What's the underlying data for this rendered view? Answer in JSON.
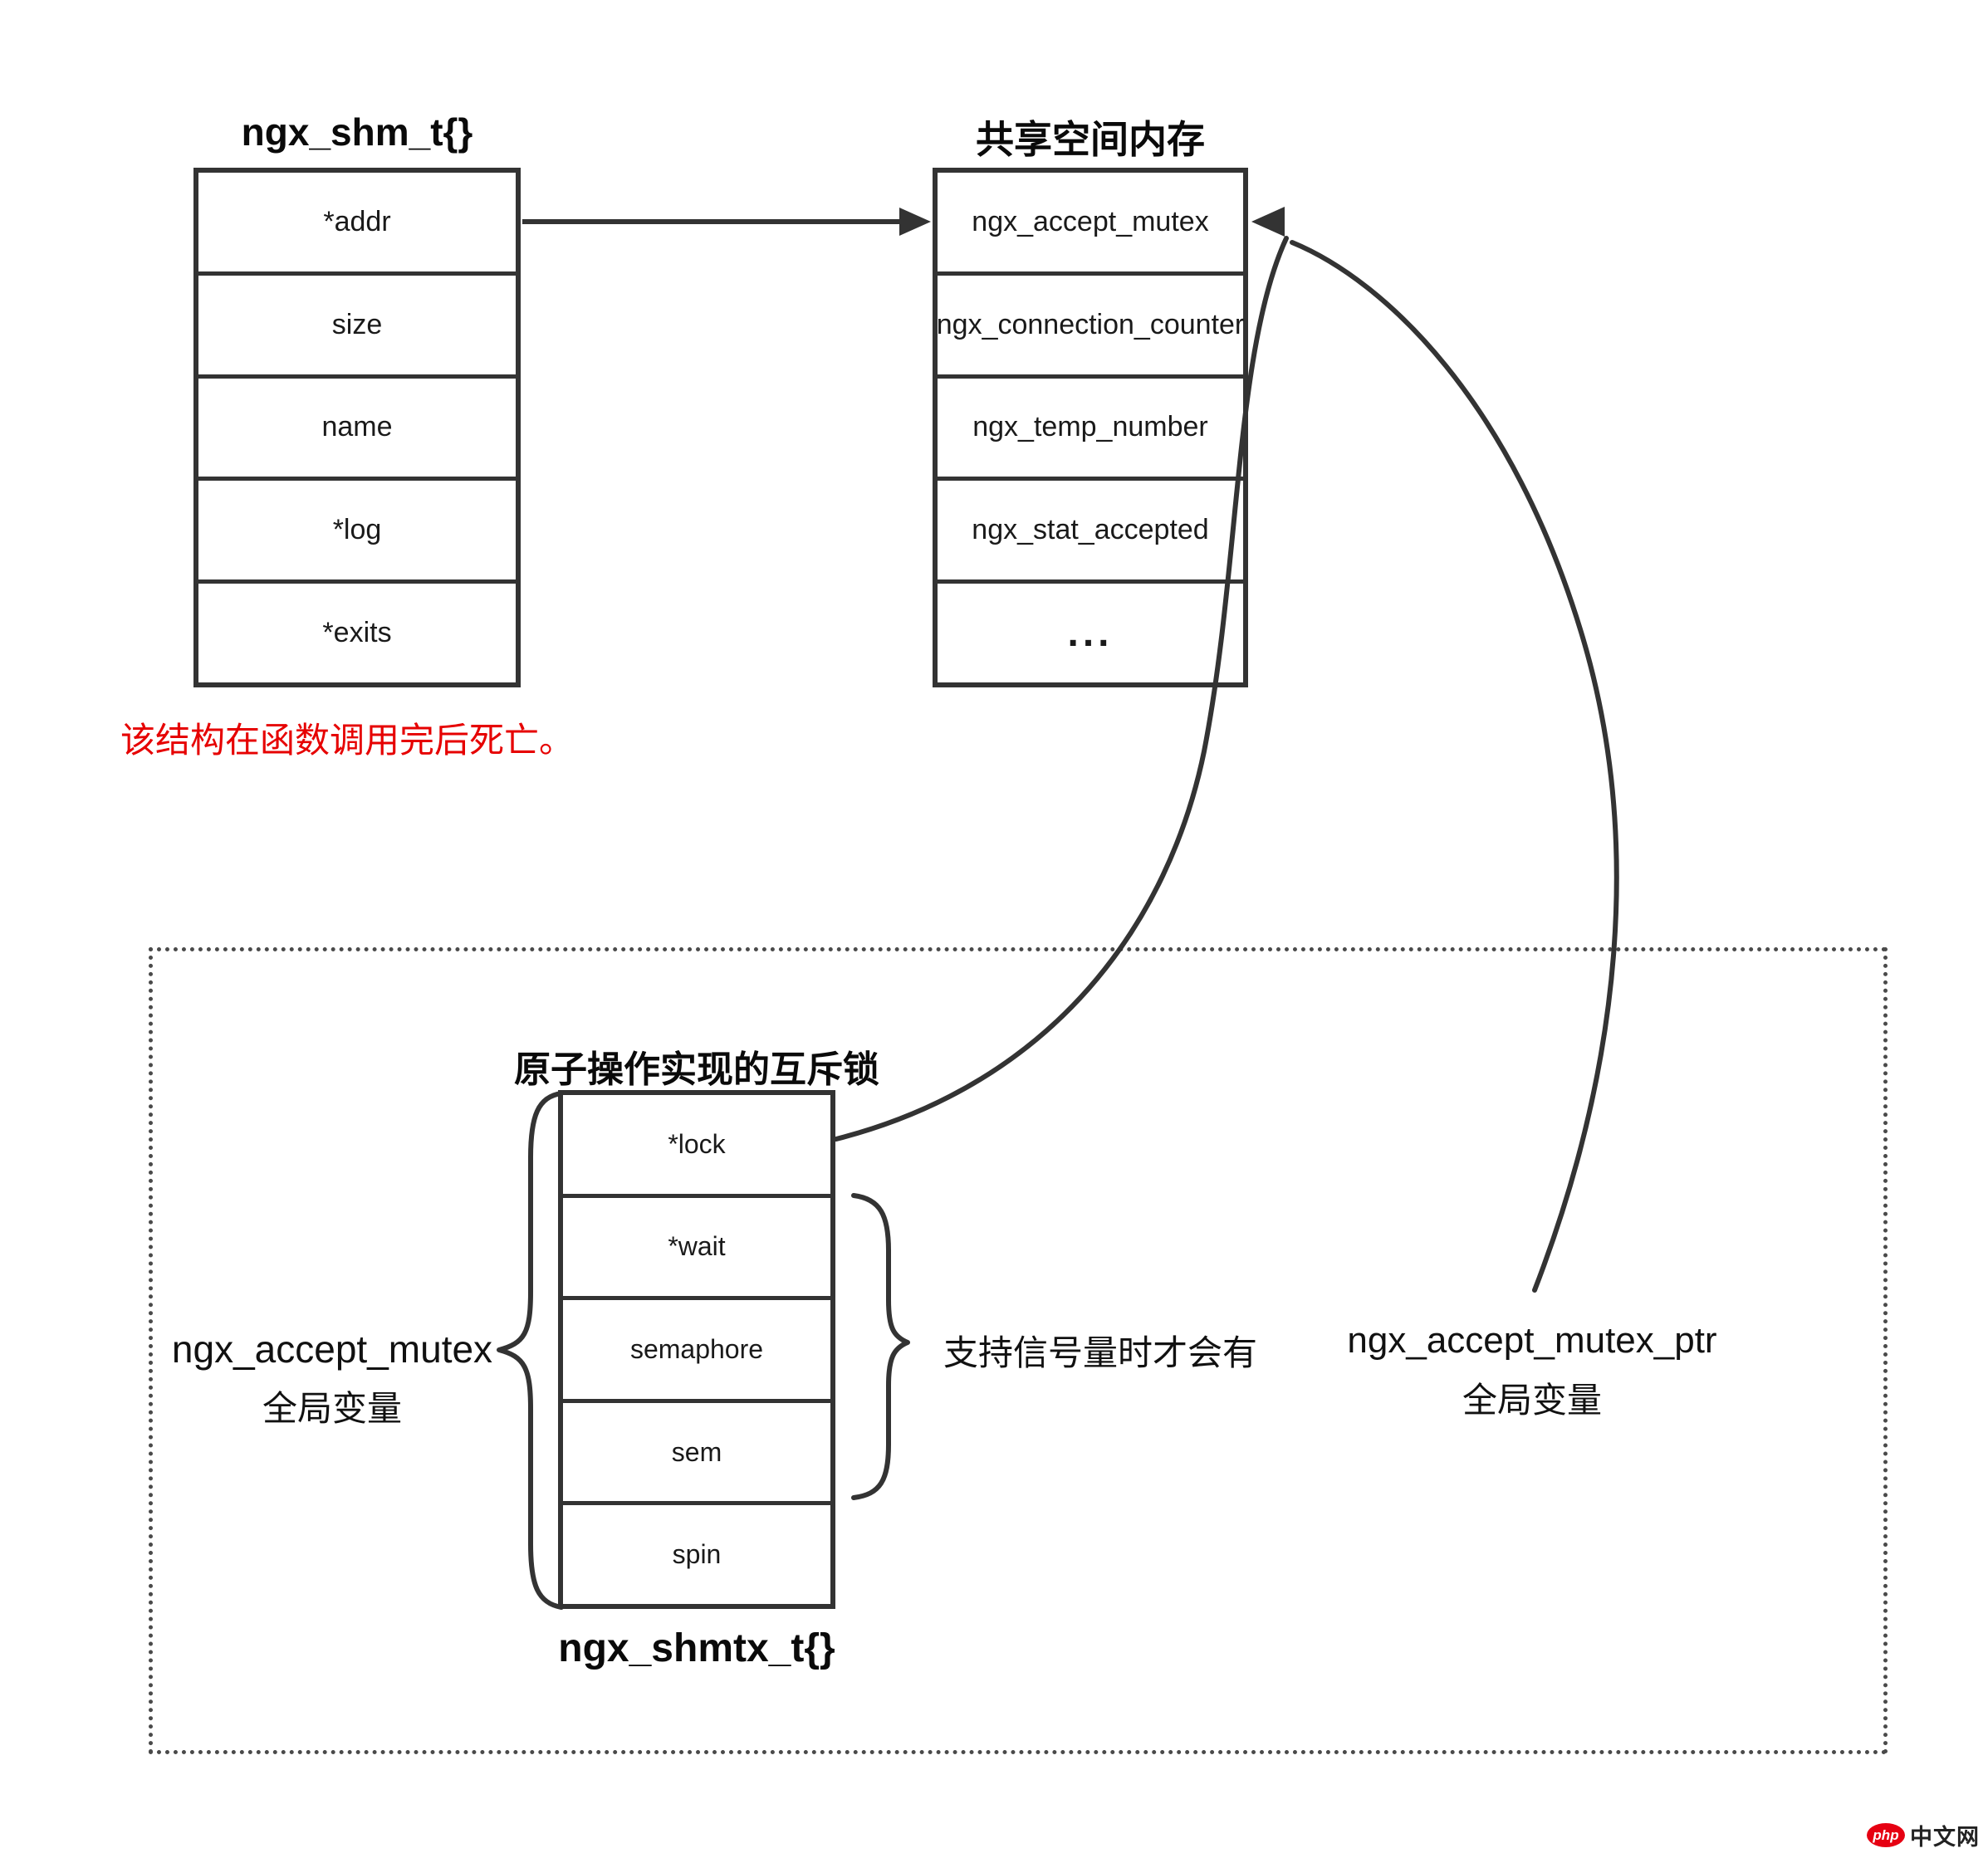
{
  "diagram": {
    "left_table": {
      "title": "ngx_shm_t{}",
      "rows": [
        "*addr",
        "size",
        "name",
        "*log",
        "*exits"
      ]
    },
    "right_table": {
      "title": "共享空间内存",
      "rows": [
        "ngx_accept_mutex",
        "ngx_connection_counter",
        "ngx_temp_number",
        "ngx_stat_accepted",
        "..."
      ]
    },
    "note": "该结构在函数调用完后死亡。",
    "mutex_table": {
      "title": "原子操作实现的互斥锁",
      "rows": [
        "*lock",
        "*wait",
        "semaphore",
        "sem",
        "spin"
      ],
      "caption": "ngx_shmtx_t{}"
    },
    "left_label": {
      "line1": "ngx_accept_mutex",
      "line2": "全局变量"
    },
    "brace_label": "支持信号量时才会有",
    "ptr_label": {
      "line1": "ngx_accept_mutex_ptr",
      "line2": "全局变量"
    },
    "watermark": {
      "badge": "php",
      "text": "中文网"
    },
    "colors": {
      "line": "#333333",
      "note_red": "#e60000",
      "logo_red": "#e60012",
      "text": "#111111"
    }
  }
}
